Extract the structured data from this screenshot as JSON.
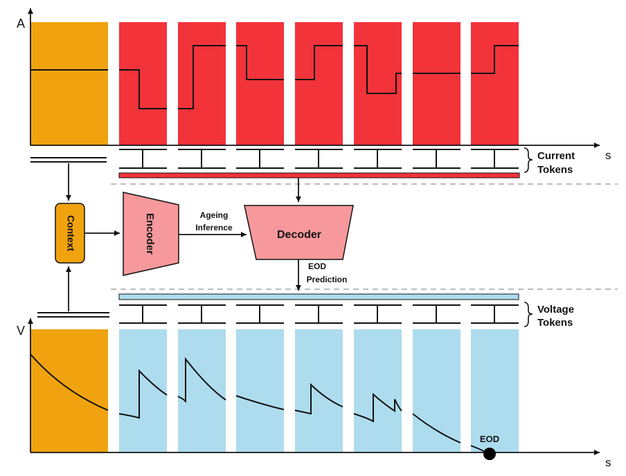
{
  "axes": {
    "current_y_label": "A",
    "current_x_label": "s",
    "voltage_y_label": "V",
    "voltage_x_label": "s"
  },
  "tokens": {
    "current_line1": "Current",
    "current_line2": "Tokens",
    "voltage_line1": "Voltage",
    "voltage_line2": "Tokens"
  },
  "blocks": {
    "context": "Context",
    "encoder": "Encoder",
    "decoder": "Decoder"
  },
  "arrows": {
    "ageing_line1": "Ageing",
    "ageing_line2": "Inference",
    "eod_line1": "EOD",
    "eod_line2": "Prediction"
  },
  "eod_marker": "EOD",
  "colors": {
    "context_orange": "#F0A30E",
    "current_red": "#F2333A",
    "voltage_blue": "#ADDCEE",
    "encoder_pink": "#F7999C",
    "dashed_gray": "#BBBBBB"
  }
}
